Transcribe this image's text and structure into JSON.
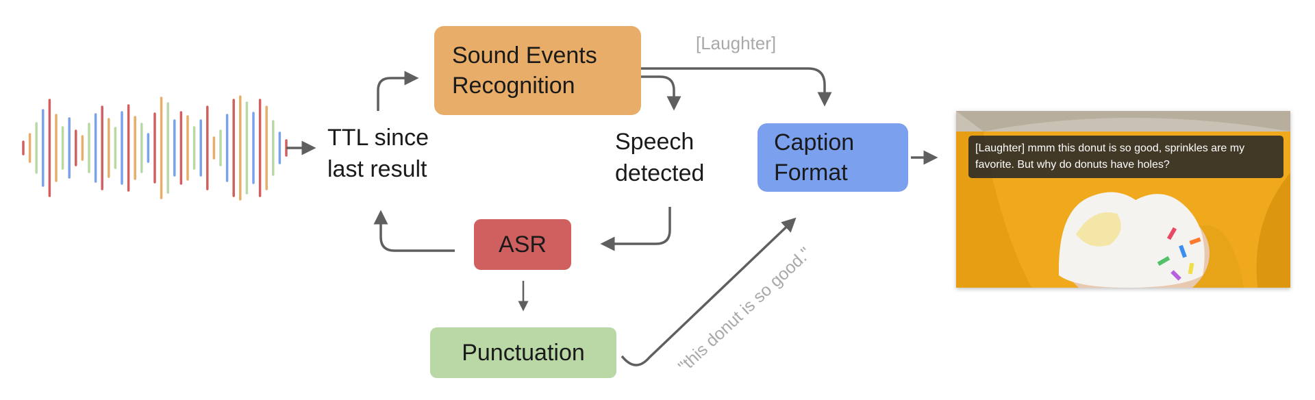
{
  "nodes": {
    "sound_events": {
      "line1": "Sound Events",
      "line2": "Recognition",
      "color": "#e8ad68"
    },
    "caption_format": {
      "line1": "Caption",
      "line2": "Format",
      "color": "#7aa0ee"
    },
    "asr": {
      "label": "ASR",
      "color": "#d0605f"
    },
    "punctuation": {
      "label": "Punctuation",
      "color": "#b9d8a6"
    }
  },
  "labels": {
    "ttl_line1": "TTL since",
    "ttl_line2": "last result",
    "speech_line1": "Speech",
    "speech_line2": "detected",
    "laughter_tag": "[Laughter]",
    "asr_snippet": "\"this donut is so good.\""
  },
  "caption_overlay": {
    "text": "[Laughter] mmm this donut is so good, sprinkles are my favorite. But why do donuts have holes?"
  },
  "colors": {
    "arrow": "#5f5f5f",
    "waveform": [
      "#d0605f",
      "#e8ad68",
      "#b9d8a6",
      "#7aa0ee"
    ],
    "photo_background": "#f0a81c"
  }
}
